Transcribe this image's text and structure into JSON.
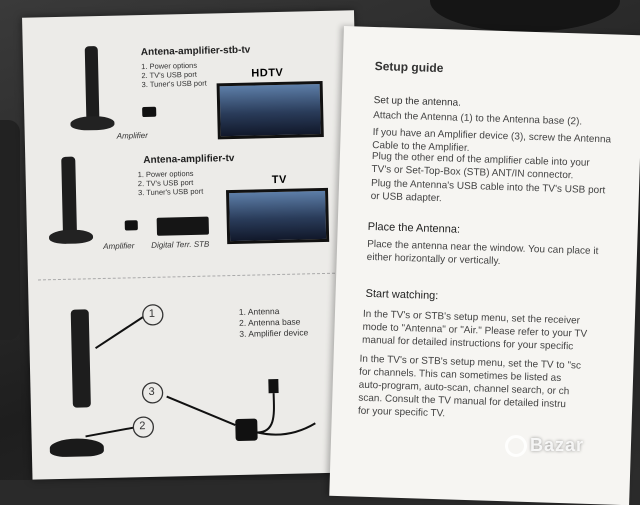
{
  "left_page": {
    "diagram1": {
      "title": "Antena-amplifier-stb-tv",
      "options": "1. Power options\n2. TV's USB port\n3. Tuner's USB port",
      "screen_label": "HDTV",
      "amplifier_label": "Amplifier"
    },
    "diagram2": {
      "title": "Antena-amplifier-tv",
      "options": "1. Power options\n2. TV's USB port\n3. Tuner's USB port",
      "screen_label": "TV",
      "amplifier_label": "Amplifier",
      "stb_label": "Digital Terr. STB"
    },
    "parts": {
      "items": [
        "1. Antenna",
        "2. Antenna base",
        "3. Amplifier device"
      ],
      "callouts": [
        "1",
        "2",
        "3"
      ]
    }
  },
  "right_page": {
    "title": "Setup guide",
    "sections": [
      {
        "heading": "Set up the antenna.",
        "paragraphs": [
          "Attach the Antenna (1) to the Antenna base (2).",
          "If you have an Amplifier device (3), screw the Antenna\nCable to the Amplifier.",
          "Plug the other end of the amplifier cable into your\nTV's or Set-Top-Box (STB) ANT/IN connector.",
          "Plug the Antenna's USB cable into the TV's USB port\nor USB adapter."
        ]
      },
      {
        "heading": "Place the Antenna:",
        "paragraphs": [
          "Place the antenna near the window. You can place it\neither horizontally or vertically."
        ]
      },
      {
        "heading": "Start watching:",
        "paragraphs": [
          "In the TV's or STB's setup menu, set the receiver\nmode to \"Antenna\" or \"Air.\" Please refer to your TV\nmanual for detailed instructions for your specific",
          "In the TV's or STB's setup menu, set the TV to \"sc\nfor channels. This can sometimes be listed as\nauto-program, auto-scan, channel search, or ch\nscan. Consult the TV manual for detailed instru\nfor your specific TV."
        ]
      }
    ]
  },
  "watermark": {
    "text": "Bazar"
  }
}
